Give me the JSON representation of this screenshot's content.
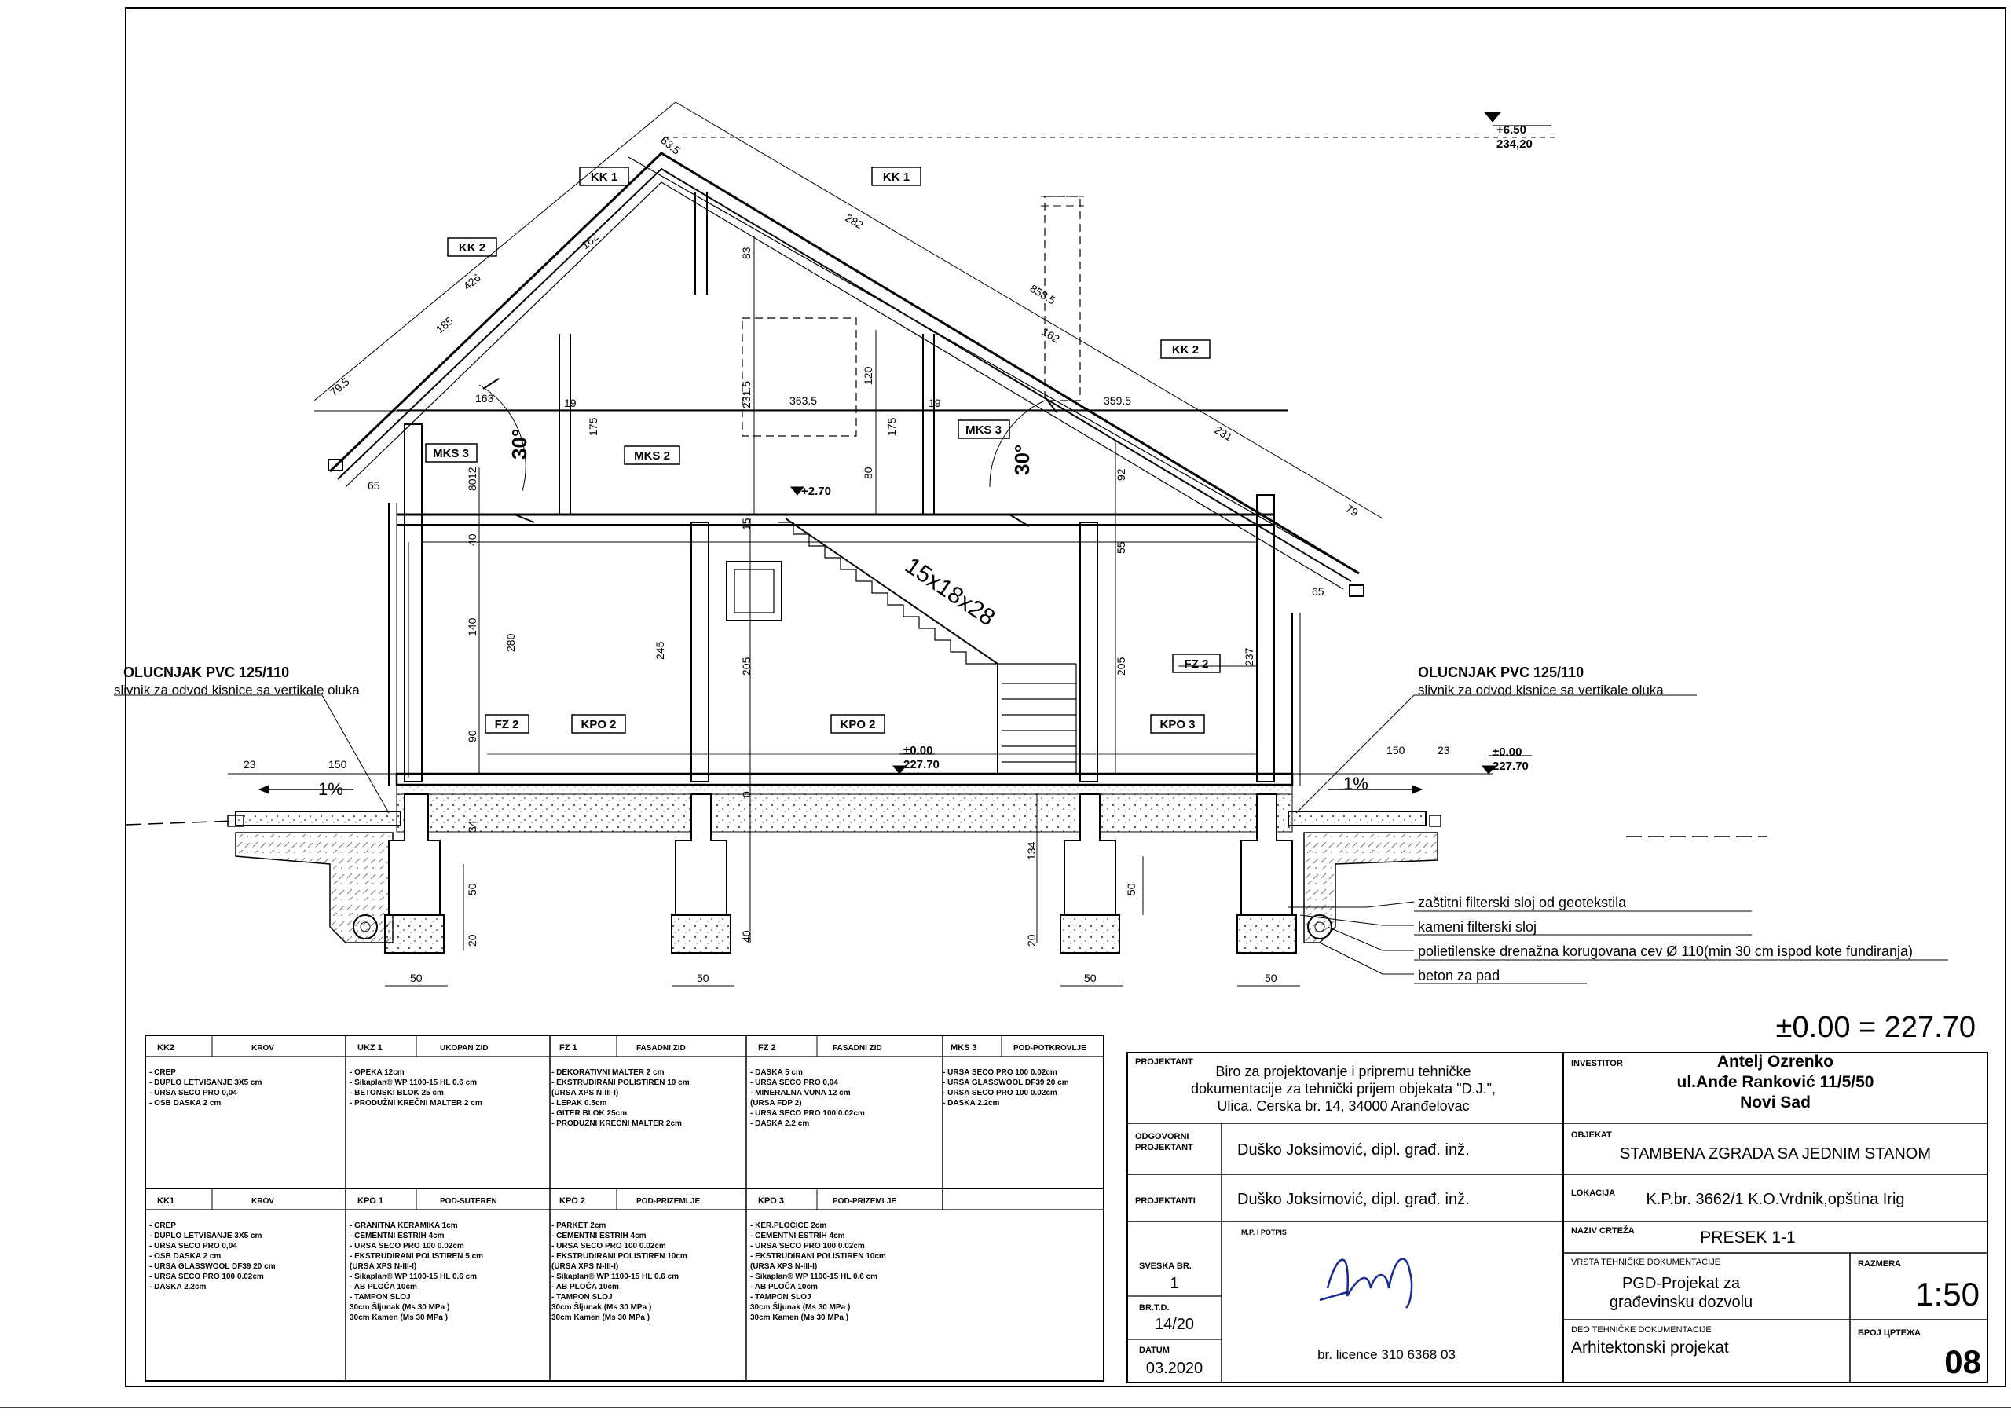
{
  "drawing": {
    "sections": {
      "kk1_top": "KK 1",
      "kk1_mid": "KK 1",
      "kk2_left": "KK 2",
      "kk2_right": "KK 2",
      "mks3_left": "MKS 3",
      "mks3_right": "MKS 3",
      "mks2": "MKS 2",
      "fz2_left": "FZ 2",
      "fz2_right": "FZ 2",
      "kpo2_left": "KPO 2",
      "kpo2_mid": "KPO 2",
      "kpo3": "KPO 3"
    },
    "levels": {
      "top_a": "+6.50",
      "top_b": "234,20",
      "mid": "+2.70",
      "zero_a": "±0.00",
      "zero_b": "227.70",
      "right_a": "±0.00",
      "right_b": "227.70"
    },
    "stair": "15x18x28",
    "angle_left": "30°",
    "angle_right": "30°",
    "slope_left": "1%",
    "slope_right": "1%",
    "gutter_left_1": "OLUCNJAK PVC 125/110",
    "gutter_left_2": "slivnik za odvod kisnice sa vertikale oluka",
    "gutter_right_1": "OLUCNJAK PVC 125/110",
    "gutter_right_2": "slivnik za odvod kisnice sa vertikale oluka",
    "notes": [
      "zaštitni filterski sloj od geotekstila",
      "kameni filterski sloj",
      "polietilenske drenažna korugovana cev Ø 110(min 30 cm ispod kote fundiranja)",
      "beton za pad"
    ],
    "dims": {
      "d635": "63.5",
      "d79_5": "79.5",
      "d185": "185",
      "d426": "426",
      "d162a": "162",
      "d163": "163",
      "d282": "282",
      "d858": "858.5",
      "d162b": "162",
      "d231": "231",
      "d79": "79",
      "d83": "83",
      "d231_5": "231.5",
      "d363": "363.5",
      "d359": "359.5",
      "d120": "120",
      "d19a": "19",
      "d19b": "19",
      "d175a": "175",
      "d175b": "175",
      "d12": "12",
      "d80a": "80",
      "d80b": "80",
      "d92": "92",
      "d65a": "65",
      "d65b": "65",
      "d40a": "40",
      "d55": "55",
      "d140": "140",
      "d280": "280",
      "d245": "245",
      "d205a": "205",
      "d205b": "205",
      "d237": "237",
      "d90": "90",
      "d150a": "150",
      "d150b": "150",
      "d23a": "23",
      "d23b": "23",
      "d15": "15",
      "d0": "0",
      "d34": "34",
      "d134": "134",
      "d50a": "50",
      "d50b": "50",
      "d50c": "50",
      "d50d": "50",
      "d50e": "50",
      "d50f": "50",
      "d40b": "40",
      "d20a": "20",
      "d20b": "20"
    }
  },
  "level_eq": "±0.00 = 227.70",
  "legend": {
    "row1": [
      {
        "code": "KK2",
        "name": "KROV",
        "items": [
          "- CREP",
          "- DUPLO LETVISANJE 3X5 cm",
          "- URSA SECO PRO 0,04",
          "- OSB DASKA 2 cm"
        ]
      },
      {
        "code": "UKZ 1",
        "name": "UKOPAN ZID",
        "items": [
          "- OPEKA 12cm",
          "- Sikaplan® WP 1100-15 HL 0.6 cm",
          "- BETONSKI BLOK 25 cm",
          "- PRODUŽNI KREČNI MALTER 2 cm"
        ]
      },
      {
        "code": "FZ 1",
        "name": "FASADNI ZID",
        "items": [
          "- DEKORATIVNI MALTER 2 cm",
          "- EKSTRUDIRANI POLISTIREN 10 cm",
          "(URSA XPS N-III-I)",
          "- LEPAK 0.5cm",
          "- GITER BLOK 25cm",
          "- PRODUŽNI KREČNI MALTER 2cm"
        ]
      },
      {
        "code": "FZ 2",
        "name": "FASADNI ZID",
        "items": [
          "- DASKA 5 cm",
          "- URSA SECO PRO 0,04",
          "- MINERALNA VUNA 12 cm",
          "(URSA FDP 2)",
          "- URSA SECO PRO 100 0.02cm",
          "- DASKA 2.2 cm"
        ]
      },
      {
        "code": "MKS 3",
        "name": "POD-POTKROVLJE",
        "items": [
          "- URSA SECO PRO 100 0.02cm",
          "- URSA GLASSWOOL DF39 20 cm",
          "- URSA SECO PRO 100 0.02cm",
          "- DASKA 2.2cm"
        ]
      }
    ],
    "row2": [
      {
        "code": "KK1",
        "name": "KROV",
        "items": [
          "- CREP",
          "- DUPLO LETVISANJE 3X5 cm",
          "- URSA SECO PRO 0,04",
          "- OSB DASKA 2 cm",
          "- URSA GLASSWOOL DF39 20 cm",
          "- URSA SECO PRO 100 0.02cm",
          "- DASKA 2.2cm"
        ]
      },
      {
        "code": "KPO 1",
        "name": "POD-SUTEREN",
        "items": [
          "- GRANITNA KERAMIKA 1cm",
          "- CEMENTNI ESTRIH 4cm",
          "- URSA SECO PRO 100 0.02cm",
          "- EKSTRUDIRANI POLISTIREN 5 cm",
          "(URSA XPS N-III-I)",
          "- Sikaplan® WP 1100-15 HL 0.6 cm",
          "- AB PLOČA 10cm",
          "- TAMPON SLOJ",
          "30cm Šljunak (Ms 30 MPa )",
          "30cm Kamen (Ms 30 MPa )"
        ]
      },
      {
        "code": "KPO 2",
        "name": "POD-PRIZEMLJE",
        "items": [
          "- PARKET 2cm",
          "- CEMENTNI ESTRIH 4cm",
          "- URSA SECO PRO 100 0.02cm",
          "- EKSTRUDIRANI POLISTIREN 10cm",
          "(URSA XPS N-III-I)",
          "- Sikaplan® WP 1100-15 HL 0.6 cm",
          "- AB PLOČA 10cm",
          "- TAMPON SLOJ",
          "30cm Šljunak (Ms 30 MPa )",
          "30cm Kamen (Ms 30 MPa )"
        ]
      },
      {
        "code": "KPO 3",
        "name": "POD-PRIZEMLJE",
        "items": [
          "- KER.PLOČICE 2cm",
          "- CEMENTNI ESTRIH 4cm",
          "- URSA SECO PRO 100 0.02cm",
          "- EKSTRUDIRANI POLISTIREN 10cm",
          "(URSA XPS N-III-I)",
          "- Sikaplan® WP 1100-15 HL 0.6 cm",
          "- AB PLOČA 10cm",
          "- TAMPON SLOJ",
          "30cm Šljunak (Ms 30 MPa )",
          "30cm Kamen (Ms 30 MPa )"
        ]
      }
    ]
  },
  "titleblock": {
    "projektant_label": "PROJEKTANT",
    "projektant_1": "Biro za projektovanje i pripremu tehničke",
    "projektant_2": "dokumentacije za tehnički prijem objekata \"D.J.\",",
    "projektant_3": "Ulica. Cerska br. 14, 34000 Aranđelovac",
    "investitor_label": "INVESTITOR",
    "investitor_1": "Antelj Ozrenko",
    "investitor_2": "ul.Anđe Ranković 11/5/50",
    "investitor_3": "Novi Sad",
    "odgovorni_label_1": "ODGOVORNI",
    "odgovorni_label_2": "PROJEKTANT",
    "odgovorni": "Duško Joksimović, dipl. građ. inž.",
    "objekat_label": "OBJEKAT",
    "objekat": "STAMBENA ZGRADA SA JEDNIM STANOM",
    "projektanti_label": "PROJEKTANTI",
    "projektanti": "Duško Joksimović, dipl. građ. inž.",
    "lokacija_label": "LOKACIJA",
    "lokacija": "K.P.br. 3662/1 K.O.Vrdnik,opština Irig",
    "mp_label": "M.P. I POTPIS",
    "naziv_label": "NAZIV CRTEŽA",
    "naziv": "PRESEK 1-1",
    "sveska_label": "SVESKA BR.",
    "sveska": "1",
    "vrsta_label": "VRSTA TEHNIČKE DOKUMENTACIJE",
    "vrsta_1": "PGD-Projekat za",
    "vrsta_2": "građevinsku dozvolu",
    "razmera_label": "RAZMERA",
    "razmera": "1:50",
    "brtd_label": "BR.T.D.",
    "brtd": "14/20",
    "licence": "br. licence 310 6368 03",
    "deo_label": "DEO TEHNIČKE DOKUMENTACIJE",
    "deo": "Arhitektonski projekat",
    "broj_label": "БРОЈ ЦРТЕЖА",
    "broj": "08",
    "datum_label": "DATUM",
    "datum": "03.2020"
  }
}
